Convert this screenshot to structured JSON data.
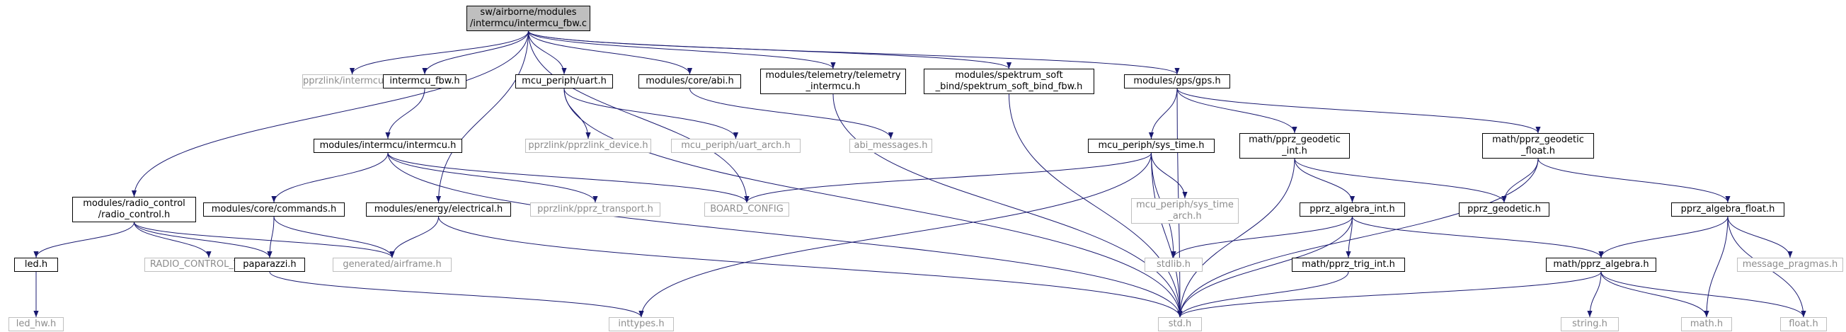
{
  "graph": {
    "title": "sw/airborne/modules/intermcu/intermcu_fbw.c",
    "colors": {
      "edge": "#191970",
      "root_fill": "#bfbfbf",
      "node_border": "#000000",
      "external_border": "#bfbfbf",
      "external_text": "#8c8c8c"
    },
    "nodes": [
      {
        "id": "root",
        "label": "sw/airborne/modules\n/intermcu/intermcu_fbw.c",
        "style": "root"
      },
      {
        "id": "rc",
        "label": "modules/radio_control\n/radio_control.h",
        "style": "normal"
      },
      {
        "id": "pprzmsg",
        "label": "pprzlink/intermcu_msg.h",
        "style": "gray"
      },
      {
        "id": "imfbwh",
        "label": "intermcu_fbw.h",
        "style": "normal"
      },
      {
        "id": "uarth",
        "label": "mcu_periph/uart.h",
        "style": "normal"
      },
      {
        "id": "abih",
        "label": "modules/core/abi.h",
        "style": "normal"
      },
      {
        "id": "telem",
        "label": "modules/telemetry/telemetry\n_intermcu.h",
        "style": "normal"
      },
      {
        "id": "spek",
        "label": "modules/spektrum_soft\n_bind/spektrum_soft_bind_fbw.h",
        "style": "normal"
      },
      {
        "id": "gps",
        "label": "modules/gps/gps.h",
        "style": "normal"
      },
      {
        "id": "imh",
        "label": "modules/intermcu/intermcu.h",
        "style": "normal"
      },
      {
        "id": "pprzdev",
        "label": "pprzlink/pprzlink_device.h",
        "style": "gray"
      },
      {
        "id": "uartarch",
        "label": "mcu_periph/uart_arch.h",
        "style": "gray"
      },
      {
        "id": "abimsg",
        "label": "abi_messages.h",
        "style": "gray"
      },
      {
        "id": "systime",
        "label": "mcu_periph/sys_time.h",
        "style": "normal"
      },
      {
        "id": "geoint",
        "label": "math/pprz_geodetic\n_int.h",
        "style": "normal"
      },
      {
        "id": "geofloat",
        "label": "math/pprz_geodetic\n_float.h",
        "style": "normal"
      },
      {
        "id": "cmds",
        "label": "modules/core/commands.h",
        "style": "normal"
      },
      {
        "id": "elec",
        "label": "modules/energy/electrical.h",
        "style": "normal"
      },
      {
        "id": "pprztrans",
        "label": "pprzlink/pprz_transport.h",
        "style": "gray"
      },
      {
        "id": "board",
        "label": "BOARD_CONFIG",
        "style": "gray"
      },
      {
        "id": "systimearch",
        "label": "mcu_periph/sys_time\n_arch.h",
        "style": "gray"
      },
      {
        "id": "algint",
        "label": "pprz_algebra_int.h",
        "style": "normal"
      },
      {
        "id": "geodetic",
        "label": "pprz_geodetic.h",
        "style": "normal"
      },
      {
        "id": "algfloat",
        "label": "pprz_algebra_float.h",
        "style": "normal"
      },
      {
        "id": "led",
        "label": "led.h",
        "style": "normal"
      },
      {
        "id": "rctype",
        "label": "RADIO_CONTROL_TYPE_H",
        "style": "gray"
      },
      {
        "id": "papa",
        "label": "paparazzi.h",
        "style": "normal"
      },
      {
        "id": "airframe",
        "label": "generated/airframe.h",
        "style": "gray"
      },
      {
        "id": "stdlib",
        "label": "stdlib.h",
        "style": "gray"
      },
      {
        "id": "trigint",
        "label": "math/pprz_trig_int.h",
        "style": "normal"
      },
      {
        "id": "alg",
        "label": "math/pprz_algebra.h",
        "style": "normal"
      },
      {
        "id": "msgprag",
        "label": "message_pragmas.h",
        "style": "gray"
      },
      {
        "id": "ledhw",
        "label": "led_hw.h",
        "style": "gray"
      },
      {
        "id": "inttypes",
        "label": "inttypes.h",
        "style": "gray"
      },
      {
        "id": "stdh",
        "label": "std.h",
        "style": "gray"
      },
      {
        "id": "stringh",
        "label": "string.h",
        "style": "gray"
      },
      {
        "id": "mathh",
        "label": "math.h",
        "style": "gray"
      },
      {
        "id": "floath",
        "label": "float.h",
        "style": "gray"
      }
    ],
    "edges": [
      [
        "root",
        "rc"
      ],
      [
        "root",
        "pprzmsg"
      ],
      [
        "root",
        "imfbwh"
      ],
      [
        "root",
        "uarth"
      ],
      [
        "root",
        "abih"
      ],
      [
        "root",
        "telem"
      ],
      [
        "root",
        "spek"
      ],
      [
        "root",
        "gps"
      ],
      [
        "root",
        "elec"
      ],
      [
        "root",
        "board"
      ],
      [
        "rc",
        "led"
      ],
      [
        "rc",
        "rctype"
      ],
      [
        "rc",
        "papa"
      ],
      [
        "rc",
        "airframe"
      ],
      [
        "led",
        "ledhw"
      ],
      [
        "papa",
        "inttypes"
      ],
      [
        "imfbwh",
        "imh"
      ],
      [
        "imh",
        "cmds"
      ],
      [
        "imh",
        "pprztrans"
      ],
      [
        "imh",
        "board"
      ],
      [
        "imh",
        "stdh"
      ],
      [
        "cmds",
        "papa"
      ],
      [
        "cmds",
        "airframe"
      ],
      [
        "elec",
        "airframe"
      ],
      [
        "elec",
        "stdh"
      ],
      [
        "uarth",
        "pprzdev"
      ],
      [
        "uarth",
        "uartarch"
      ],
      [
        "uarth",
        "stdh"
      ],
      [
        "abih",
        "abimsg"
      ],
      [
        "telem",
        "stdh"
      ],
      [
        "spek",
        "stdh"
      ],
      [
        "gps",
        "systime"
      ],
      [
        "gps",
        "geoint"
      ],
      [
        "gps",
        "geofloat"
      ],
      [
        "gps",
        "stdh"
      ],
      [
        "systime",
        "board"
      ],
      [
        "systime",
        "systimearch"
      ],
      [
        "systime",
        "stdlib"
      ],
      [
        "systime",
        "inttypes"
      ],
      [
        "systime",
        "stdh"
      ],
      [
        "geoint",
        "algint"
      ],
      [
        "geoint",
        "geodetic"
      ],
      [
        "geoint",
        "stdh"
      ],
      [
        "geofloat",
        "geodetic"
      ],
      [
        "geofloat",
        "algfloat"
      ],
      [
        "geofloat",
        "stdh"
      ],
      [
        "algint",
        "stdlib"
      ],
      [
        "algint",
        "trigint"
      ],
      [
        "algint",
        "alg"
      ],
      [
        "algint",
        "stdh"
      ],
      [
        "trigint",
        "stdh"
      ],
      [
        "algfloat",
        "alg"
      ],
      [
        "algfloat",
        "msgprag"
      ],
      [
        "algfloat",
        "mathh"
      ],
      [
        "algfloat",
        "floath"
      ],
      [
        "alg",
        "stdh"
      ],
      [
        "alg",
        "stringh"
      ],
      [
        "alg",
        "mathh"
      ],
      [
        "alg",
        "floath"
      ]
    ]
  }
}
